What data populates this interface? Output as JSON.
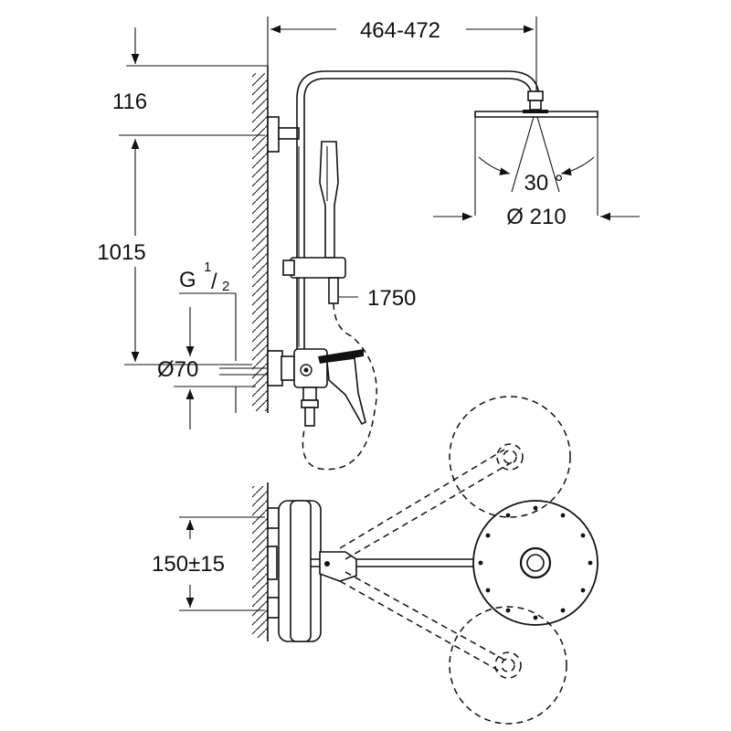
{
  "dimensions": {
    "arm_reach": "464-472",
    "top_offset": "116",
    "vertical_height": "1015",
    "thread_size": "G",
    "thread_num": "1",
    "thread_den": "2",
    "outlet_diameter": "Ø70",
    "hose_length": "1750",
    "spray_angle": "30 °",
    "head_diameter": "Ø 210",
    "wall_spacing": "150±15"
  },
  "colors": {
    "line": "#111111",
    "background": "#ffffff"
  }
}
